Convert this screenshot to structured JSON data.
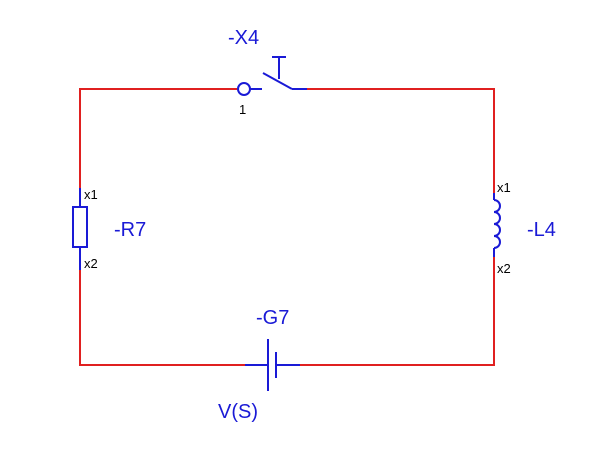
{
  "components": {
    "switch": {
      "designation": "-X4",
      "pin": "1"
    },
    "resistor": {
      "designation": "-R7",
      "pin_top": "x1",
      "pin_bottom": "x2"
    },
    "inductor": {
      "designation": "-L4",
      "pin_top": "x1",
      "pin_bottom": "x2"
    },
    "battery": {
      "designation": "-G7",
      "type_label": "V(S)"
    }
  },
  "colors": {
    "wire": "#e02020",
    "component": "#1a1ad6",
    "pin_label": "#000000"
  }
}
